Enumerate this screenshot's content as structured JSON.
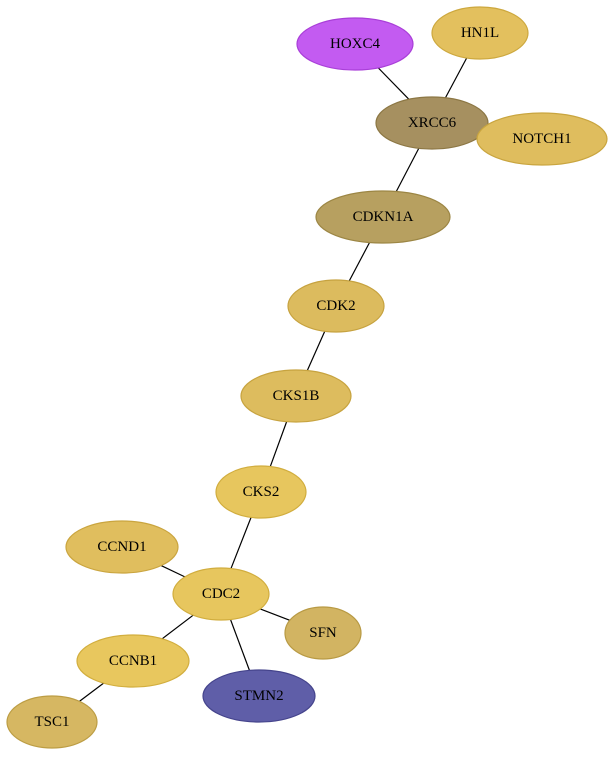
{
  "nodes": [
    {
      "id": "HOXC4",
      "label": "HOXC4",
      "fill": "#c35bf1",
      "stroke": "#a93fd8"
    },
    {
      "id": "HN1L",
      "label": "HN1L",
      "fill": "#e3c05e",
      "stroke": "#cda83e"
    },
    {
      "id": "XRCC6",
      "label": "XRCC6",
      "fill": "#a69060",
      "stroke": "#8c7744"
    },
    {
      "id": "NOTCH1",
      "label": "NOTCH1",
      "fill": "#dfbd5e",
      "stroke": "#c9a53f"
    },
    {
      "id": "CDKN1A",
      "label": "CDKN1A",
      "fill": "#b7a060",
      "stroke": "#9c8644"
    },
    {
      "id": "CDK2",
      "label": "CDK2",
      "fill": "#dcbb5e",
      "stroke": "#c6a23f"
    },
    {
      "id": "CKS1B",
      "label": "CKS1B",
      "fill": "#ddbc5e",
      "stroke": "#c7a33f"
    },
    {
      "id": "CKS2",
      "label": "CKS2",
      "fill": "#e7c65e",
      "stroke": "#d1ad3e"
    },
    {
      "id": "CCND1",
      "label": "CCND1",
      "fill": "#e0be5e",
      "stroke": "#caa53f"
    },
    {
      "id": "CDC2",
      "label": "CDC2",
      "fill": "#e7c65e",
      "stroke": "#d1ad3e"
    },
    {
      "id": "SFN",
      "label": "SFN",
      "fill": "#d2b462",
      "stroke": "#b89a44"
    },
    {
      "id": "CCNB1",
      "label": "CCNB1",
      "fill": "#e8c75e",
      "stroke": "#d2ae3e"
    },
    {
      "id": "STMN2",
      "label": "STMN2",
      "fill": "#5f5ea8",
      "stroke": "#45448c"
    },
    {
      "id": "TSC1",
      "label": "TSC1",
      "fill": "#d6b762",
      "stroke": "#bc9d44"
    }
  ],
  "edges": [
    [
      "HOXC4",
      "XRCC6"
    ],
    [
      "HN1L",
      "XRCC6"
    ],
    [
      "XRCC6",
      "CDKN1A"
    ],
    [
      "CDKN1A",
      "CDK2"
    ],
    [
      "CDK2",
      "CKS1B"
    ],
    [
      "CKS1B",
      "CKS2"
    ],
    [
      "CKS2",
      "CDC2"
    ],
    [
      "CCND1",
      "CDC2"
    ],
    [
      "CDC2",
      "SFN"
    ],
    [
      "CDC2",
      "CCNB1"
    ],
    [
      "CDC2",
      "STMN2"
    ],
    [
      "CCNB1",
      "TSC1"
    ]
  ]
}
